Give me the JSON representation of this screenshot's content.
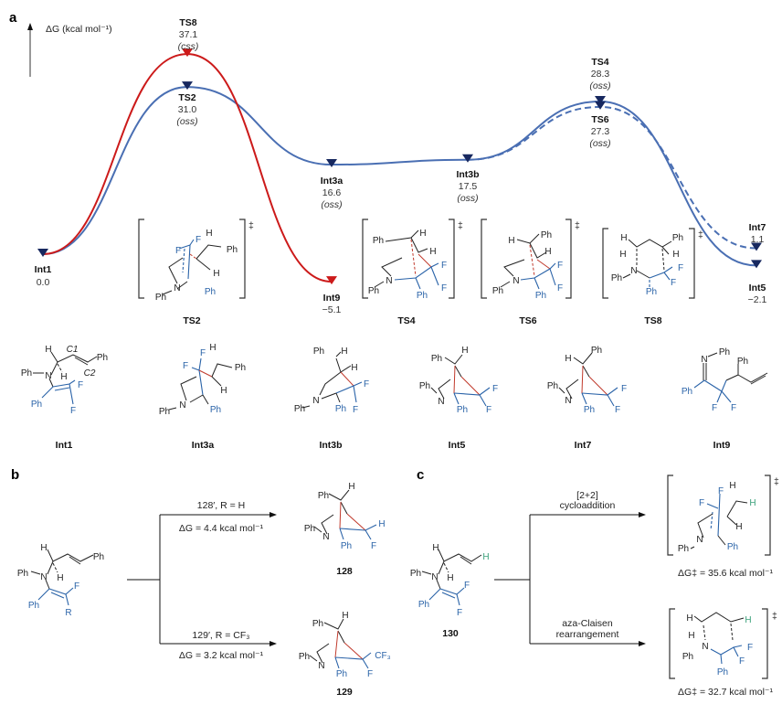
{
  "panels": {
    "a": "a",
    "b": "b",
    "c": "c"
  },
  "chart_data": {
    "type": "line",
    "title": "",
    "ylabel": "ΔG (kcal mol⁻¹)",
    "xlabel": "",
    "colors": {
      "blue_curve": "#4a6fb3",
      "marker": "#17285f",
      "red": "#cc1a1a"
    },
    "points": [
      {
        "id": "Int1",
        "label": "Int1",
        "value": 0.0,
        "display": "0.0",
        "state": ""
      },
      {
        "id": "TS2",
        "label": "TS2",
        "value": 31.0,
        "display": "31.0",
        "state": "(oss)"
      },
      {
        "id": "TS8",
        "label": "TS8",
        "value": 37.1,
        "display": "37.1",
        "state": "(css)"
      },
      {
        "id": "Int3a",
        "label": "Int3a",
        "value": 16.6,
        "display": "16.6",
        "state": "(oss)"
      },
      {
        "id": "Int3b",
        "label": "Int3b",
        "value": 17.5,
        "display": "17.5",
        "state": "(oss)"
      },
      {
        "id": "TS4",
        "label": "TS4",
        "value": 28.3,
        "display": "28.3",
        "state": "(oss)"
      },
      {
        "id": "TS6",
        "label": "TS6",
        "value": 27.3,
        "display": "27.3",
        "state": "(oss)"
      },
      {
        "id": "Int7",
        "label": "Int7",
        "value": 1.1,
        "display": "1.1",
        "state": ""
      },
      {
        "id": "Int5",
        "label": "Int5",
        "value": -2.1,
        "display": "−2.1",
        "state": ""
      },
      {
        "id": "Int9",
        "label": "Int9",
        "value": -5.1,
        "display": "−5.1",
        "state": ""
      }
    ],
    "series": [
      {
        "name": "main pathway",
        "style": "solid",
        "color": "blue",
        "path": [
          "Int1",
          "TS2",
          "Int3a",
          "Int3b",
          "TS4",
          "Int5"
        ]
      },
      {
        "name": "alternative pathway",
        "style": "dashed",
        "color": "blue",
        "path": [
          "Int3b",
          "TS6",
          "Int7"
        ]
      },
      {
        "name": "aza-Claisen pathway",
        "style": "solid",
        "color": "red",
        "path": [
          "Int1",
          "TS8",
          "Int9"
        ]
      }
    ]
  },
  "structures": {
    "ts2": {
      "label": "TS2",
      "dagger": "‡",
      "atoms": [
        "H",
        "F",
        "Ph",
        "F",
        "H",
        "N",
        "Ph",
        "Ph"
      ]
    },
    "ts4": {
      "label": "TS4",
      "dagger": "‡",
      "atoms": [
        "Ph",
        "H",
        "H",
        "F",
        "F",
        "N",
        "Ph",
        "Ph"
      ]
    },
    "ts6": {
      "label": "TS6",
      "dagger": "‡",
      "atoms": [
        "H",
        "Ph",
        "H",
        "F",
        "F",
        "N",
        "Ph",
        "Ph"
      ]
    },
    "ts8": {
      "label": "TS8",
      "dagger": "‡",
      "atoms": [
        "H",
        "H",
        "Ph",
        "H",
        "N",
        "Ph",
        "F",
        "F",
        "Ph"
      ]
    },
    "int1": {
      "label": "Int1",
      "atoms": [
        "H",
        "C1",
        "Ph",
        "Ph",
        "N",
        "H",
        "C2",
        "F",
        "Ph",
        "F"
      ]
    },
    "int3a": {
      "label": "Int3a",
      "atoms": [
        "F",
        "H",
        "F",
        "Ph",
        "H",
        "N",
        "Ph",
        "Ph"
      ]
    },
    "int3b": {
      "label": "Int3b",
      "atoms": [
        "Ph",
        "H",
        "H",
        "F",
        "N",
        "Ph",
        "Ph",
        "F"
      ]
    },
    "int5": {
      "label": "Int5",
      "atoms": [
        "H",
        "Ph",
        "Ph",
        "N",
        "F",
        "Ph",
        "F"
      ]
    },
    "int7": {
      "label": "Int7",
      "atoms": [
        "Ph",
        "H",
        "Ph",
        "N",
        "F",
        "Ph",
        "F"
      ]
    },
    "int9": {
      "label": "Int9",
      "atoms": [
        "N",
        "Ph",
        "Ph",
        "Ph",
        "F",
        "F"
      ]
    }
  },
  "panel_b": {
    "reactant_atoms": [
      "H",
      "Ph",
      "Ph",
      "N",
      "H",
      "F",
      "Ph",
      "R"
    ],
    "top": {
      "condition": "128′, R = H",
      "energy": "ΔG = 4.4 kcal mol⁻¹",
      "product_label": "128",
      "atoms": [
        "H",
        "Ph",
        "Ph",
        "H",
        "N",
        "Ph",
        "F"
      ]
    },
    "bottom": {
      "condition": "129′, R = CF₃",
      "energy": "ΔG = 3.2 kcal mol⁻¹",
      "product_label": "129",
      "atoms": [
        "H",
        "Ph",
        "Ph",
        "CF₃",
        "N",
        "Ph",
        "F"
      ]
    }
  },
  "panel_c": {
    "reactant_label": "130",
    "reactant_atoms": [
      "H",
      "H",
      "Ph",
      "N",
      "H",
      "F",
      "Ph",
      "F"
    ],
    "top": {
      "line1": "[2+2]",
      "line2": "cycloaddition",
      "dagger": "‡",
      "energy": "ΔG‡ = 35.6 kcal mol⁻¹",
      "atoms": [
        "H",
        "F",
        "F",
        "H",
        "H",
        "N",
        "Ph",
        "Ph"
      ]
    },
    "bottom": {
      "line1": "aza-Claisen",
      "line2": "rearrangement",
      "dagger": "‡",
      "energy": "ΔG‡ = 32.7 kcal mol⁻¹",
      "atoms": [
        "H",
        "H",
        "H",
        "N",
        "F",
        "Ph",
        "F",
        "Ph"
      ]
    }
  }
}
